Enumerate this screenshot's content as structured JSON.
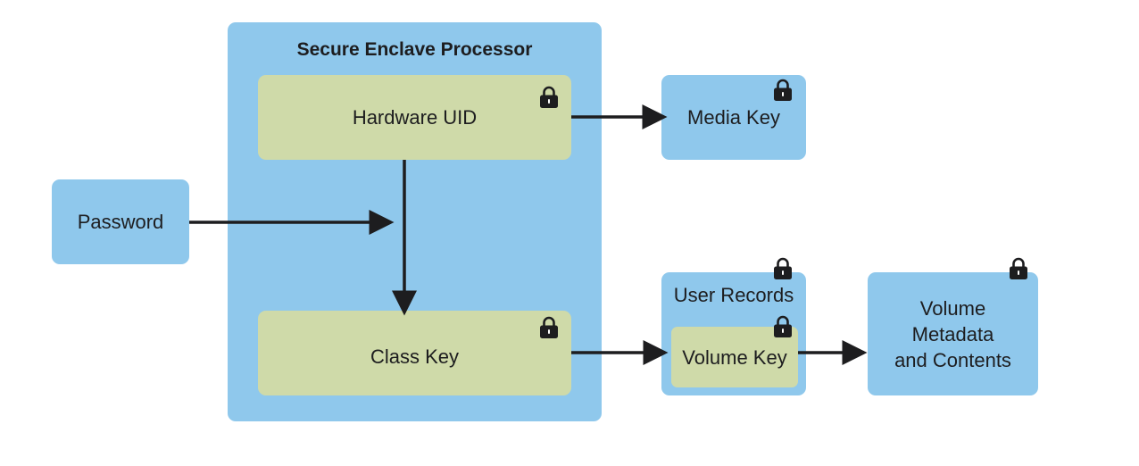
{
  "diagram": {
    "sep_title": "Secure Enclave Processor",
    "hardware_uid": "Hardware UID",
    "class_key": "Class Key",
    "password": "Password",
    "media_key": "Media Key",
    "user_records": "User Records",
    "volume_key": "Volume Key",
    "volume_metadata_line1": "Volume",
    "volume_metadata_line2": "Metadata",
    "volume_metadata_line3": "and Contents"
  },
  "icons": {
    "lock": "lock-icon"
  },
  "colors": {
    "blue_box": "#8fc8ec",
    "green_box": "#cfdaa9",
    "arrow": "#1d1d1f",
    "lock": "#1d1d1f"
  }
}
